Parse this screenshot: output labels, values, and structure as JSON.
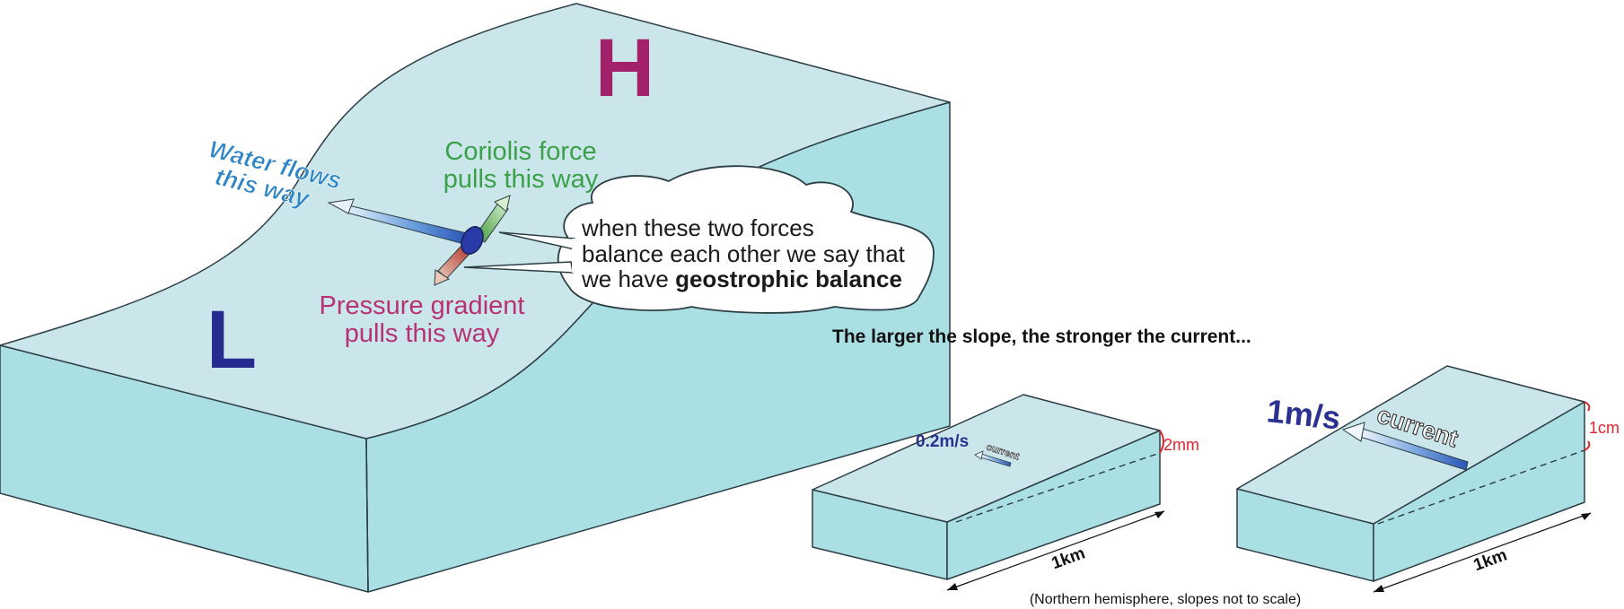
{
  "labels": {
    "high": "H",
    "low": "L",
    "water_flow_line1": "Water flows",
    "water_flow_line2": "this way",
    "coriolis_line1": "Coriolis force",
    "coriolis_line2": "pulls this way",
    "pressure_line1": "Pressure gradient",
    "pressure_line2": "pulls this way",
    "bubble_line1": "when these two forces",
    "bubble_line2": "balance each other we say that",
    "bubble_line3_prefix": "we have ",
    "bubble_line3_bold": "geostrophic balance",
    "slope_caption": "The larger the slope, the stronger the current...",
    "small_speed": "0.2m/s",
    "small_current": "current",
    "small_height": "2mm",
    "small_length": "1km",
    "large_speed": "1m/s",
    "large_current": "current",
    "large_height": "1cm",
    "large_length": "1km",
    "footnote": "(Northern hemisphere, slopes not to scale)"
  },
  "colors": {
    "water_top": "#cbe6ea",
    "water_side": "#aadfe3",
    "high_label": "#a3206a",
    "low_label": "#262c8f",
    "flow_text": "#2f86c7",
    "coriolis_text": "#3aa14a",
    "pressure_text": "#b7336f",
    "speed_text": "#2b3191",
    "measure_text": "#e0242c"
  }
}
